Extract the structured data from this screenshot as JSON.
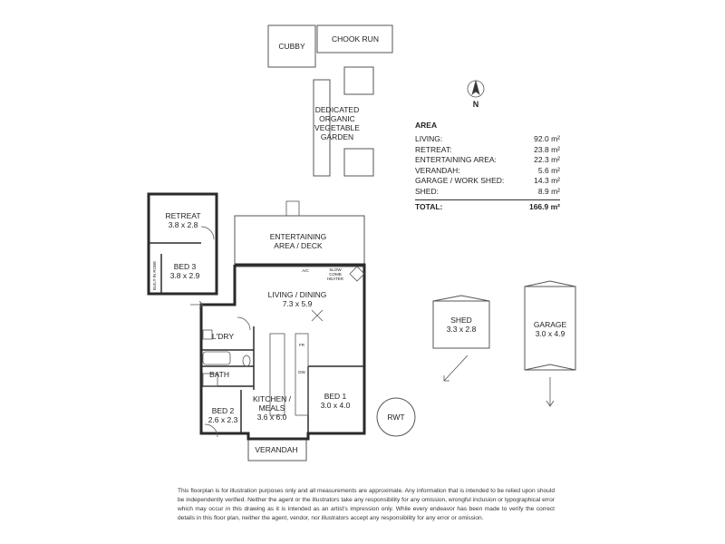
{
  "rooms": {
    "cubby": "CUBBY",
    "chook_run": "CHOOK RUN",
    "garden": [
      "DEDICATED",
      "ORGANIC",
      "VEGETABLE",
      "GARDEN"
    ],
    "retreat": {
      "name": "RETREAT",
      "size": "3.8 x 2.8"
    },
    "bed3": {
      "name": "BED 3",
      "size": "3.8 x 2.9"
    },
    "built_in_robe": "BUILT-IN ROBE",
    "entertaining": [
      "ENTERTAINING",
      "AREA / DECK"
    ],
    "living": {
      "name": "LIVING / DINING",
      "size": "7.3 x 5.9"
    },
    "ldry": "L'DRY",
    "bath": "BATH",
    "kitchen": {
      "name": [
        "KITCHEN /",
        "MEALS"
      ],
      "size": "3.6 x 6.0"
    },
    "bed1": {
      "name": "BED 1",
      "size": "3.0 x 4.0"
    },
    "bed2": {
      "name": "BED 2",
      "size": "2.6 x 2.3"
    },
    "verandah": "VERANDAH",
    "shed": {
      "name": "SHED",
      "size": "3.3 x 2.8"
    },
    "garage": {
      "name": "GARAGE",
      "size": "3.0 x 4.9"
    },
    "rwt": "RWT",
    "ac": "A/C",
    "heater": [
      "SLOW",
      "COMB",
      "HEATER"
    ],
    "fr": "FR",
    "dw": "DW"
  },
  "compass": {
    "label": "N"
  },
  "area": {
    "title": "AREA",
    "rows": [
      {
        "label": "LIVING:",
        "value": "92.0 m²"
      },
      {
        "label": "RETREAT:",
        "value": "23.8 m²"
      },
      {
        "label": "ENTERTAINING AREA:",
        "value": "22.3 m²"
      },
      {
        "label": "VERANDAH:",
        "value": "5.6 m²"
      },
      {
        "label": "GARAGE / WORK SHED:",
        "value": "14.3 m²"
      },
      {
        "label": "SHED:",
        "value": "8.9 m²"
      }
    ],
    "total_label": "TOTAL:",
    "total_value": "166.9 m²"
  },
  "disclaimer": "This floorplan is for illustration purposes only and all measurements are approximate. Any information that is intended to be relied upon should be independently verified. Neither the agent or the illustrators take any responsibility for any omission, wrongful inclusion or typographical error which may occur in this drawing as it is intended as an artist's impression only. While every endeavor has been made to verify the correct details in this floor plan, neither the agent, vendor, nor illustrators accept any responsibility for any error or omission.",
  "colors": {
    "wall": "#2a2a2a",
    "line": "#555555"
  }
}
